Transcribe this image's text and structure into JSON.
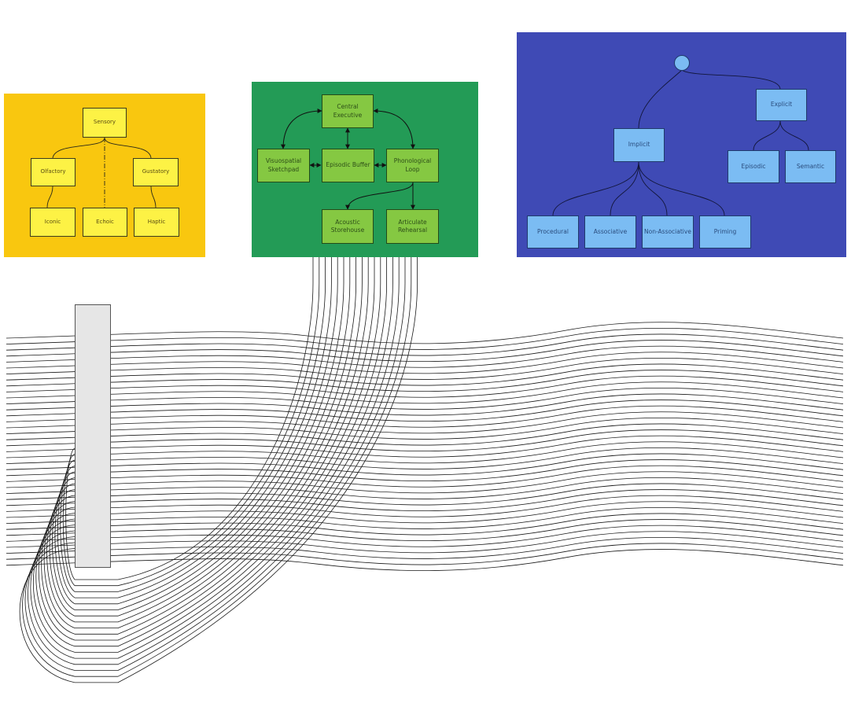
{
  "sensory_memory": {
    "sensory": "Sensory",
    "olfactory": "Olfactory",
    "gustatory": "Gustatory",
    "iconic": "Iconic",
    "echoic": "Echoic",
    "haptic": "Haptic"
  },
  "working_memory": {
    "central_executive": "Central\nExecutive",
    "visuospatial": "Visuospatial\nSketchpad",
    "episodic_buffer": "Episodic Buffer",
    "phonological": "Phonological\nLoop",
    "acoustic": "Acoustic\nStorehouse",
    "articulate": "Articulate\nRehearsal"
  },
  "long_term_memory": {
    "explicit": "Explicit",
    "implicit": "Implicit",
    "episodic": "Episodic",
    "semantic": "Semantic",
    "procedural": "Procedural",
    "associative": "Associative",
    "non_associative": "Non-Associative",
    "priming": "Priming"
  },
  "colors": {
    "sensory_panel": "#f9c70f",
    "working_panel": "#239b56",
    "ltm_panel": "#3f4ab5",
    "yellow_node": "#fdf245",
    "green_node": "#85c842",
    "blue_node": "#7bbcf3",
    "wire": "#1a1a1a",
    "bar": "#e6e6e6"
  }
}
